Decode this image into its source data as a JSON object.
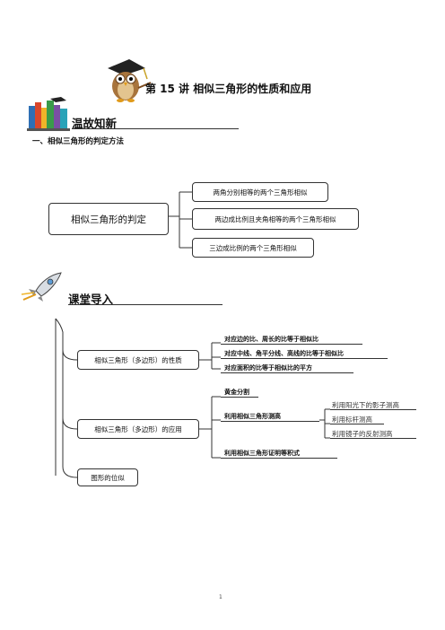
{
  "title": "第 15 讲  相似三角形的性质和应用",
  "section1": {
    "heading": "温故知新",
    "subheading": "一、相似三角形的判定方法"
  },
  "judge_map": {
    "root": "相似三角形的判定",
    "branches": [
      "两角分别相等的两个三角形相似",
      "两边成比例且夹角相等的两个三角形相似",
      "三边成比例的两个三角形相似"
    ]
  },
  "section2": {
    "heading": "课堂导入"
  },
  "mindmap": {
    "node1": {
      "label": "相似三角形（多边形）的性质",
      "children": [
        "对应边的比、周长的比等于相似比",
        "对应中线、角平分线、高线的比等于相似比",
        "对应面积的比等于相似比的平方"
      ]
    },
    "node2": {
      "label": "相似三角形（多边形）的应用",
      "children": [
        "黄金分割",
        "利用相似三角形测高",
        "利用相似三角形证明等积式"
      ],
      "measure": [
        "利用阳光下的影子测高",
        "利用标杆测高",
        "利用镜子的反射测高"
      ]
    },
    "node3": {
      "label": "图形的位似"
    }
  },
  "page_number": "1"
}
